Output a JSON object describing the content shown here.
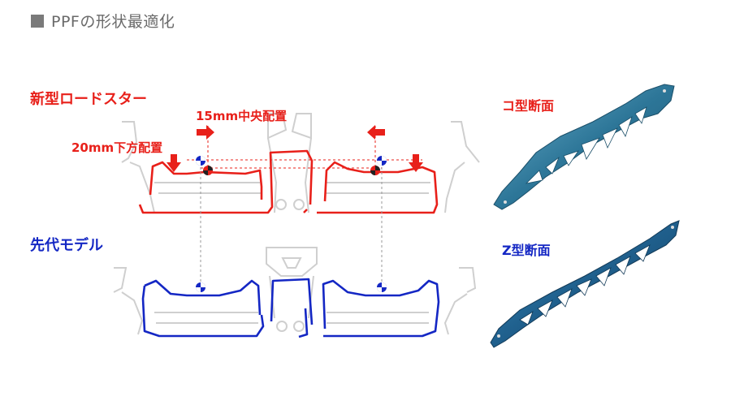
{
  "header": {
    "title": "PPFの形状最適化"
  },
  "diagram": {
    "new_model_label": "新型ロードスター",
    "center_offset_label": "15mm中央配置",
    "lower_offset_label": "20mm下方配置",
    "prev_model_label": "先代モデル",
    "c_section_label": "コ型断面",
    "z_section_label": "Z型断面"
  },
  "colors": {
    "new_model": "#e8201a",
    "prev_model": "#1427c4",
    "section_fill": "#2f7d9e",
    "chassis_gray": "#c8c8c8"
  }
}
